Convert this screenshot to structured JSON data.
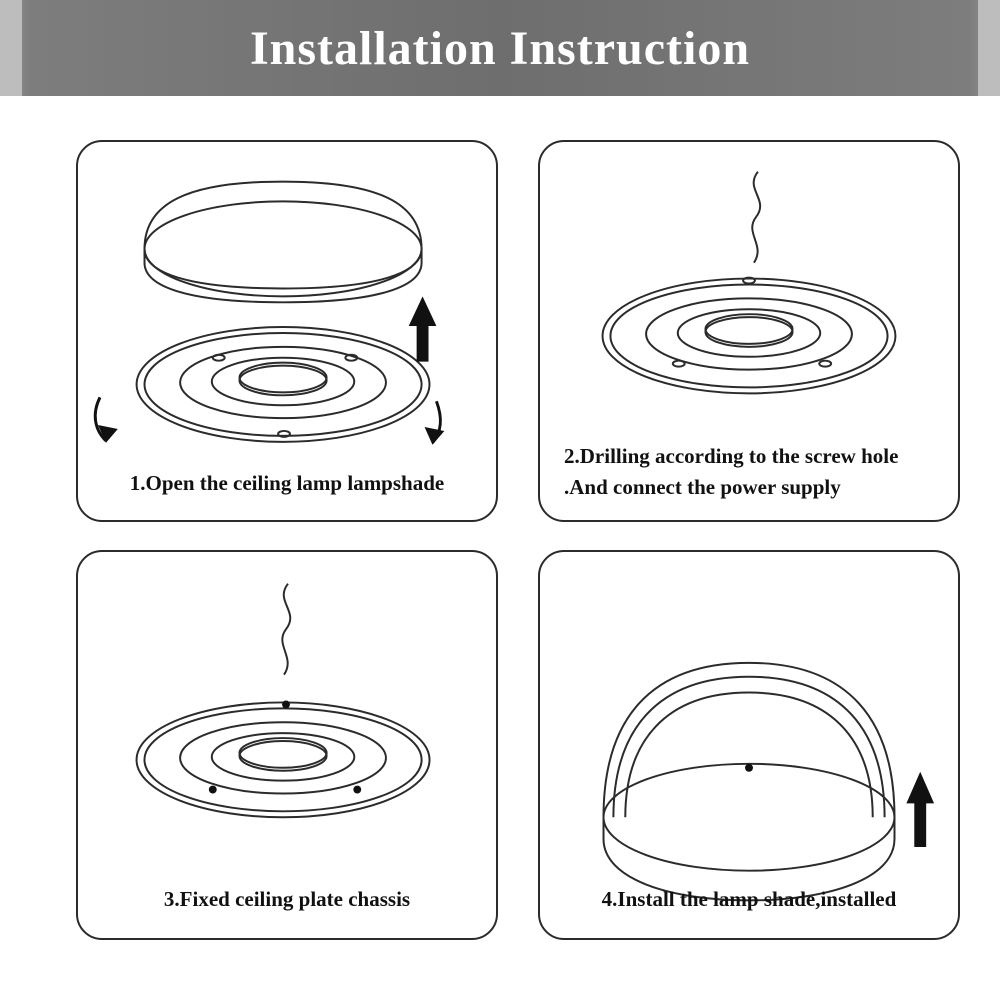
{
  "header": {
    "title": "Installation Instruction",
    "bar_color": "#6e6e6e",
    "cap_color": "#bdbdbd",
    "text_color": "#ffffff"
  },
  "panels": [
    {
      "id": "step-1",
      "number": "1.",
      "caption": "1.Open the ceiling lamp lampshade",
      "icon": "lampshade-removal-diagram"
    },
    {
      "id": "step-2",
      "number": "2.",
      "caption_line1": "2.Drilling according to the screw hole",
      "caption_line2": ".And connect the power supply",
      "icon": "ceiling-plate-wiring-diagram"
    },
    {
      "id": "step-3",
      "number": "3.",
      "caption": "3.Fixed ceiling plate chassis",
      "icon": "fixed-chassis-diagram"
    },
    {
      "id": "step-4",
      "number": "4.",
      "caption": "4.Install the lamp shade,installed",
      "icon": "installed-lamp-diagram"
    }
  ],
  "colors": {
    "line": "#2b2b2b",
    "background": "#ffffff",
    "arrow": "#111111"
  }
}
